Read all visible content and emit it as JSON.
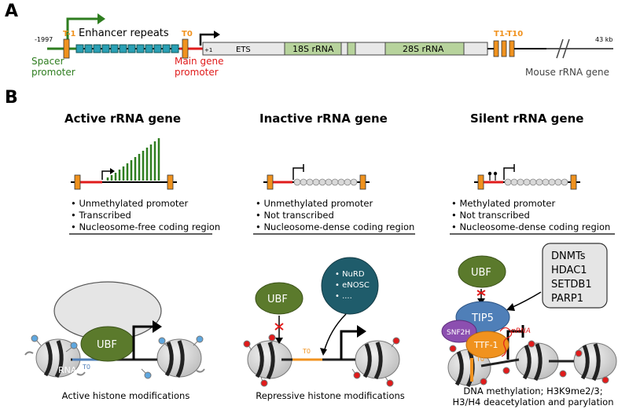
{
  "panel_a": {
    "label": "A",
    "pos_label": "-1997",
    "t_minus1": "T-1",
    "enhancer_label": "Enhancer repeats",
    "t0": "T0",
    "plus1": "+1",
    "ets": "ETS",
    "r18s": "18S rRNA",
    "r28s": "28S rRNA",
    "t_range": "T1-T10",
    "kb": "43 kb",
    "spacer_promoter": [
      "Spacer",
      "promoter"
    ],
    "main_promoter": [
      "Main gene",
      "promoter"
    ],
    "mouse_gene": "Mouse rRNA gene"
  },
  "panel_b": {
    "label": "B",
    "columns": [
      {
        "title": "Active rRNA gene",
        "bullets": [
          "Unmethylated  promoter",
          "Transcribed",
          "Nucleosome-free coding region"
        ],
        "caption": "Active histone modifications"
      },
      {
        "title": "Inactive rRNA gene",
        "bullets": [
          "Unmethylated  promoter",
          "Not transcribed",
          "Nucleosome-dense coding region"
        ],
        "caption": "Repressive histone modifications"
      },
      {
        "title": "Silent rRNA gene",
        "bullets": [
          "Methylated  promoter",
          "Not transcribed",
          "Nucleosome-dense coding region"
        ],
        "caption": [
          "DNA methylation; H3K9me2/3;",
          "H3/H4 deacetylation and parylation"
        ]
      }
    ],
    "active": {
      "pol": "RNA Pol I",
      "ubf": "UBF",
      "t0": "T0"
    },
    "inactive": {
      "ubf": "UBF",
      "t0": "T0",
      "nurd": [
        "NuRD",
        "eNOSC",
        "...."
      ]
    },
    "silent": {
      "ubf": "UBF",
      "tip5": "TIP5",
      "snf2h": "SNF2H",
      "ttf1": "TTF-1",
      "prna": "pRNA",
      "t0": "T0",
      "enzymes": [
        "DNMTs",
        "HDAC1",
        "SETDB1",
        "PARP1"
      ]
    }
  },
  "colors": {
    "green": "#2e7d1f",
    "red": "#e01b1b",
    "orange": "#f0921e",
    "teal": "#2aa0b5",
    "olive": "#5b7a2c",
    "steel": "#4f7fb8",
    "purple": "#8c4fb0",
    "dark_teal": "#1f5c6b"
  }
}
